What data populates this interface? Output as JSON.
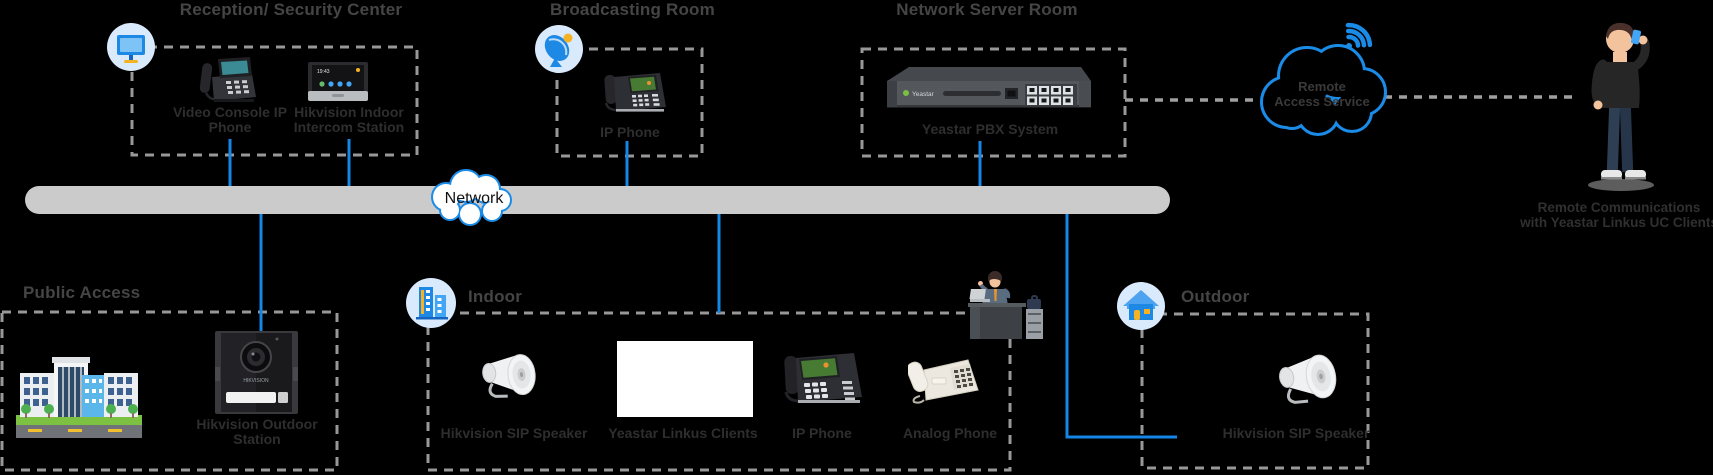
{
  "colors": {
    "background": "#000000",
    "accent_blue": "#1486e6",
    "network_bar_gray": "#cbcbcb",
    "dashed_border_gray": "#989898",
    "title_gray": "#454545",
    "label_gray": "#2e2e2e",
    "icon_circle_bg": "#d9eafc"
  },
  "network_bar": {
    "label": "Network"
  },
  "sections": {
    "reception": {
      "title": "Reception/ Security Center",
      "icon": "monitor-icon",
      "devices": [
        {
          "label": "Video Console IP Phone"
        },
        {
          "label": "Hikvision Indoor Intercom Station",
          "screen_time": "19:43"
        }
      ]
    },
    "broadcasting": {
      "title": "Broadcasting Room",
      "icon": "satellite-icon",
      "devices": [
        {
          "label": "IP Phone"
        }
      ]
    },
    "server_room": {
      "title": "Network Server Room",
      "devices": [
        {
          "label": "Yeastar PBX System",
          "logo_text": "Yeastar"
        }
      ]
    },
    "public_access": {
      "title": "Public Access",
      "devices": [
        {
          "label": "Hikvision Outdoor Station",
          "brand_text": "HIKVISION"
        }
      ]
    },
    "indoor": {
      "title": "Indoor",
      "icon": "buildings-icon",
      "devices": [
        {
          "label": "Hikvision SIP Speaker"
        },
        {
          "label": "Yeastar Linkus Clients"
        },
        {
          "label": "IP Phone"
        },
        {
          "label": "Analog Phone"
        }
      ]
    },
    "outdoor": {
      "title": "Outdoor",
      "icon": "house-icon",
      "devices": [
        {
          "label": "Hikvision SIP Speaker"
        }
      ]
    }
  },
  "internet_cloud": {
    "line1": "Remote",
    "line2": "Access Service"
  },
  "remote_note": {
    "line1": "Remote Communications",
    "line2": "with Yeastar Linkus UC Clients"
  }
}
